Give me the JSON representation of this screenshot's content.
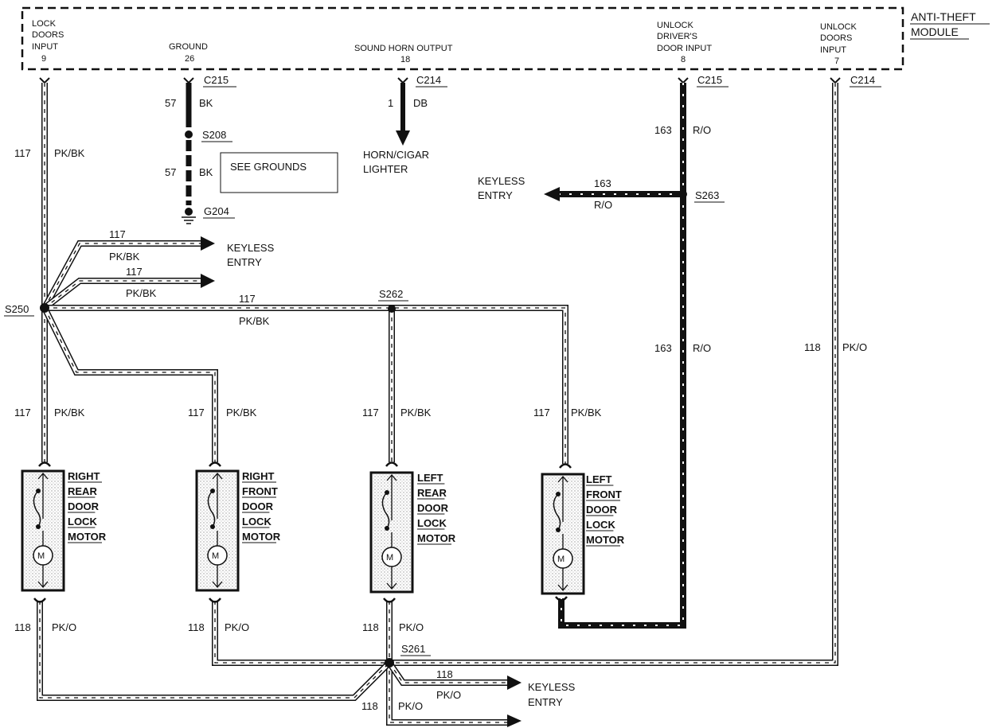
{
  "module": {
    "title_line1": "ANTI-THEFT",
    "title_line2": "MODULE",
    "pins": {
      "lock_doors": {
        "l1": "LOCK",
        "l2": "DOORS",
        "l3": "INPUT",
        "pin": "9"
      },
      "ground": {
        "l1": "GROUND",
        "pin": "26"
      },
      "sound_horn": {
        "l1": "SOUND HORN OUTPUT",
        "pin": "18"
      },
      "unlock_driver": {
        "l1": "UNLOCK",
        "l2": "DRIVER'S",
        "l3": "DOOR INPUT",
        "pin": "8"
      },
      "unlock_doors": {
        "l1": "UNLOCK",
        "l2": "DOORS",
        "l3": "INPUT",
        "pin": "7"
      }
    }
  },
  "connectors": {
    "c215_a": "C215",
    "c214_a": "C214",
    "c215_b": "C215",
    "c214_b": "C214"
  },
  "splices": {
    "s208": "S208",
    "s263": "S263",
    "s250": "S250",
    "s262": "S262",
    "s261": "S261"
  },
  "grounds": {
    "g204": "G204",
    "see_grounds": "SEE GROUNDS"
  },
  "horn": {
    "l1": "HORN/CIGAR",
    "l2": "LIGHTER"
  },
  "keyless": {
    "l1": "KEYLESS",
    "l2": "ENTRY"
  },
  "wires": {
    "w57": "57",
    "bk": "BK",
    "w1": "1",
    "db": "DB",
    "w163": "163",
    "ro": "R/O",
    "w117": "117",
    "pkbk": "PK/BK",
    "w118": "118",
    "pko": "PK/O"
  },
  "motors": [
    {
      "l1": "RIGHT",
      "l2": "REAR",
      "l3": "DOOR",
      "l4": "LOCK",
      "l5": "MOTOR",
      "symbol": "M"
    },
    {
      "l1": "RIGHT",
      "l2": "FRONT",
      "l3": "DOOR",
      "l4": "LOCK",
      "l5": "MOTOR",
      "symbol": "M"
    },
    {
      "l1": "LEFT",
      "l2": "REAR",
      "l3": "DOOR",
      "l4": "LOCK",
      "l5": "MOTOR",
      "symbol": "M"
    },
    {
      "l1": "LEFT",
      "l2": "FRONT",
      "l3": "DOOR",
      "l4": "LOCK",
      "l5": "MOTOR",
      "symbol": "M"
    }
  ]
}
